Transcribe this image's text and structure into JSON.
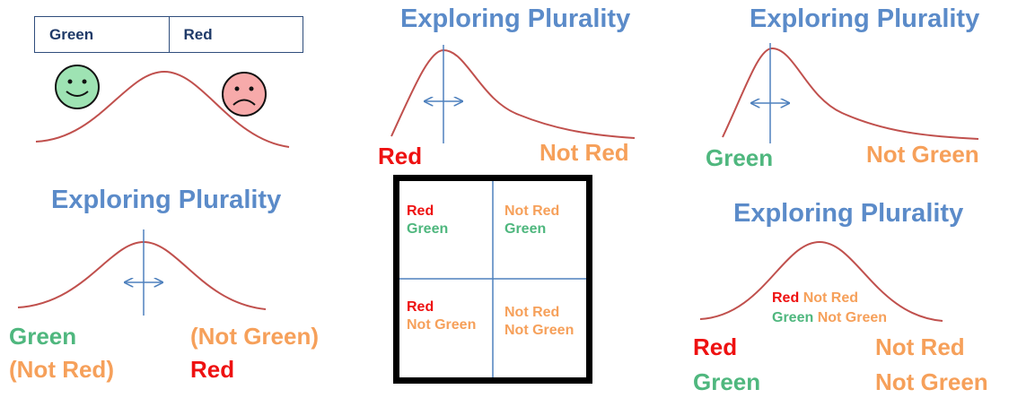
{
  "legend": {
    "left": "Green",
    "right": "Red"
  },
  "faces": {
    "left": "happy-face",
    "right": "sad-face"
  },
  "panel_bottom_left": {
    "title": "Exploring Plurality",
    "left_line1": "Green",
    "left_line2": "(Not Red)",
    "right_line1": "(Not Green)",
    "right_line2": "Red"
  },
  "panel_top_middle": {
    "title": "Exploring Plurality",
    "left_label": "Red",
    "right_label": "Not Red"
  },
  "matrix": {
    "cells": [
      {
        "line1": "Red",
        "line2": "Green"
      },
      {
        "line1": "Not Red",
        "line2": "Green"
      },
      {
        "line1": "Red",
        "line2": "Not Green"
      },
      {
        "line1": "Not Red",
        "line2": "Not Green"
      }
    ]
  },
  "panel_top_right": {
    "title": "Exploring Plurality",
    "left_label": "Green",
    "right_label": "Not Green"
  },
  "panel_bottom_right": {
    "title": "Exploring Plurality",
    "center_row1_a": "Red",
    "center_row1_b": "Not Red",
    "center_row2_a": "Green",
    "center_row2_b": "Not Green",
    "left_line1": "Red",
    "left_line2": "Green",
    "right_line1": "Not Red",
    "right_line2": "Not Green"
  },
  "colors": {
    "curve": "#c0504d",
    "axis": "#4f81bd",
    "title": "#5b8bc9",
    "red": "#ee1111",
    "green": "#4fb77e",
    "orange": "#f6a05a"
  }
}
